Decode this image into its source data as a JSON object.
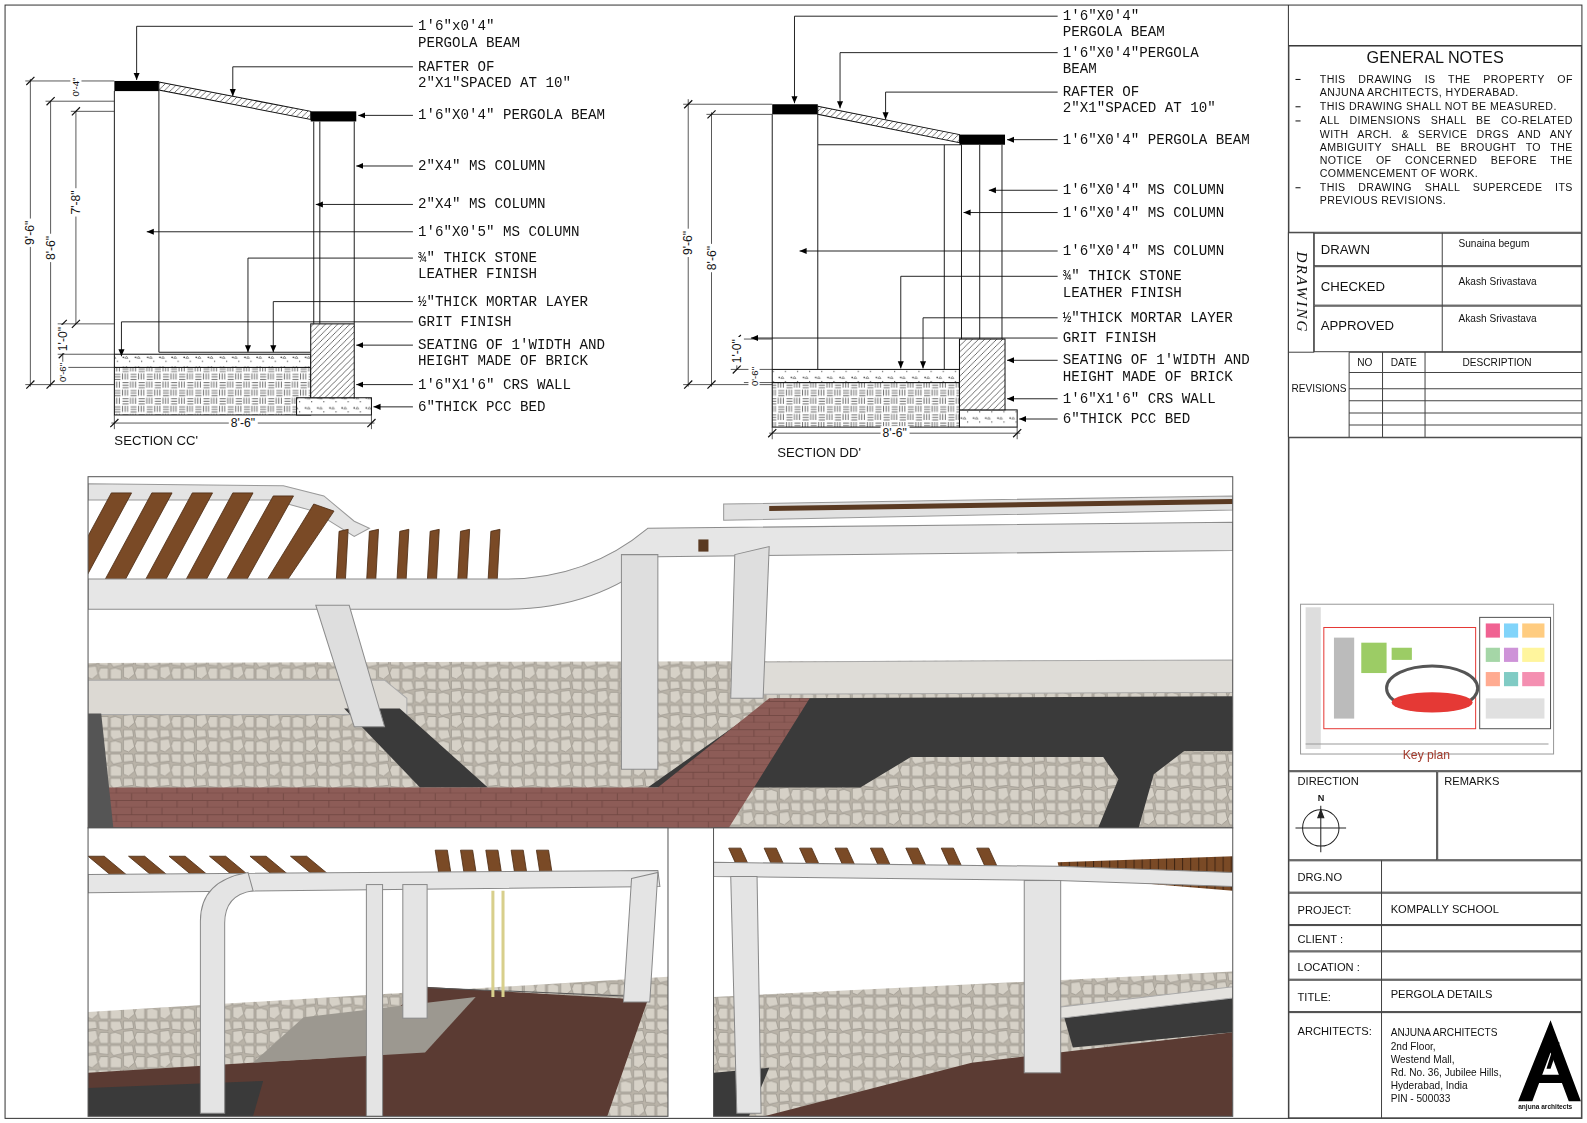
{
  "diagram": {
    "nodes": [
      {
        "text": [
          "GENERAL NOTES",
          "THIS DRAWING IS THE PROPERTY OF ANJUNA ARCHITECTS, HYDERABAD.",
          "THIS DRAWING SHALL NOT BE MEASURED.",
          "ALL DIMENSIONS SHALL BE CO-RELATED WITH ARCH. & SERVICE DRGS AND ANY AMBIGUITY SHALL BE BROUGHT TO THE NOTICE OF CONCERNED BEFORE THE COMMENCEMENT OF WORK.",
          "THIS DRAWING SHALL SUPERCEDE ITS PREVIOUS REVISIONS."
        ]
      },
      {
        "text": [
          "DRAWN",
          "Sunaina begum"
        ]
      },
      {
        "text": [
          "CHECKED",
          "Akash Srivastava"
        ]
      },
      {
        "text": [
          "APPROVED",
          "Akash Srivastava"
        ]
      },
      {
        "text": [
          "Key plan"
        ]
      },
      {
        "text": [
          "DIRECTION",
          "N"
        ]
      },
      {
        "text": [
          "REMARKS"
        ]
      },
      {
        "text": [
          "DRG.NO"
        ]
      },
      {
        "text": [
          "PROJECT:",
          "KOMPALLY SCHOOL"
        ]
      },
      {
        "text": [
          "CLIENT :"
        ]
      },
      {
        "text": [
          "LOCATION :"
        ]
      },
      {
        "text": [
          "TITLE:",
          "PERGOLA DETAILS"
        ]
      },
      {
        "text": [
          "ARCHITECTS:",
          "ANJUNA ARCHITECTS",
          "2nd Floor,",
          "Westend Mall,",
          "Rd. No. 36, Jubilee Hills,",
          "Hyderabad, India",
          "PIN - 500033"
        ]
      }
    ],
    "labels": [
      "1'6\"x0'4\" PERGOLA BEAM",
      "RAFTER OF 2\"X1\"SPACED AT 10\"",
      "1'6\"X0'4\" PERGOLA BEAM",
      "2\"X4\" MS COLUMN",
      "2\"X4\" MS COLUMN",
      "1'6\"X0'5\" MS COLUMN",
      "¾\" THICK STONE LEATHER FINISH",
      "½\"THICK MORTAR LAYER",
      "GRIT FINISH",
      "SEATING OF 1'WIDTH AND HEIGHT MADE OF BRICK",
      "1'6\"X1'6\" CRS WALL",
      "6\"THICK PCC BED",
      "9'-6\"",
      "8'-6\"",
      "7'-8\"",
      "0'-4\"",
      "1'-0\"",
      "0'-6\"",
      "8'-6\"",
      "SECTION CC'",
      "1'6\"X0'4\" PERGOLA BEAM",
      "1'6\"X0'4\"PERGOLA BEAM",
      "RAFTER OF 2\"X1\"SPACED AT 10\"",
      "1'6\"X0'4\" PERGOLA BEAM",
      "1'6\"X0'4\" MS COLUMN",
      "1'6\"X0'4\" MS COLUMN",
      "1'6\"X0'4\" MS COLUMN",
      "¾\" THICK STONE LEATHER FINISH",
      "½\"THICK MORTAR LAYER",
      "GRIT FINISH",
      "SEATING OF 1'WIDTH AND HEIGHT MADE OF BRICK",
      "1'6\"X1'6\" CRS WALL",
      "6\"THICK PCC BED",
      "9'-6\"",
      "8'-6\"",
      "1'-0\"",
      "0'-6\"",
      "8'-6\"",
      "SECTION DD'",
      "DRAWING",
      "REVISIONS",
      "NO",
      "DATE",
      "DESCRIPTION",
      "anjuna architects"
    ]
  }
}
